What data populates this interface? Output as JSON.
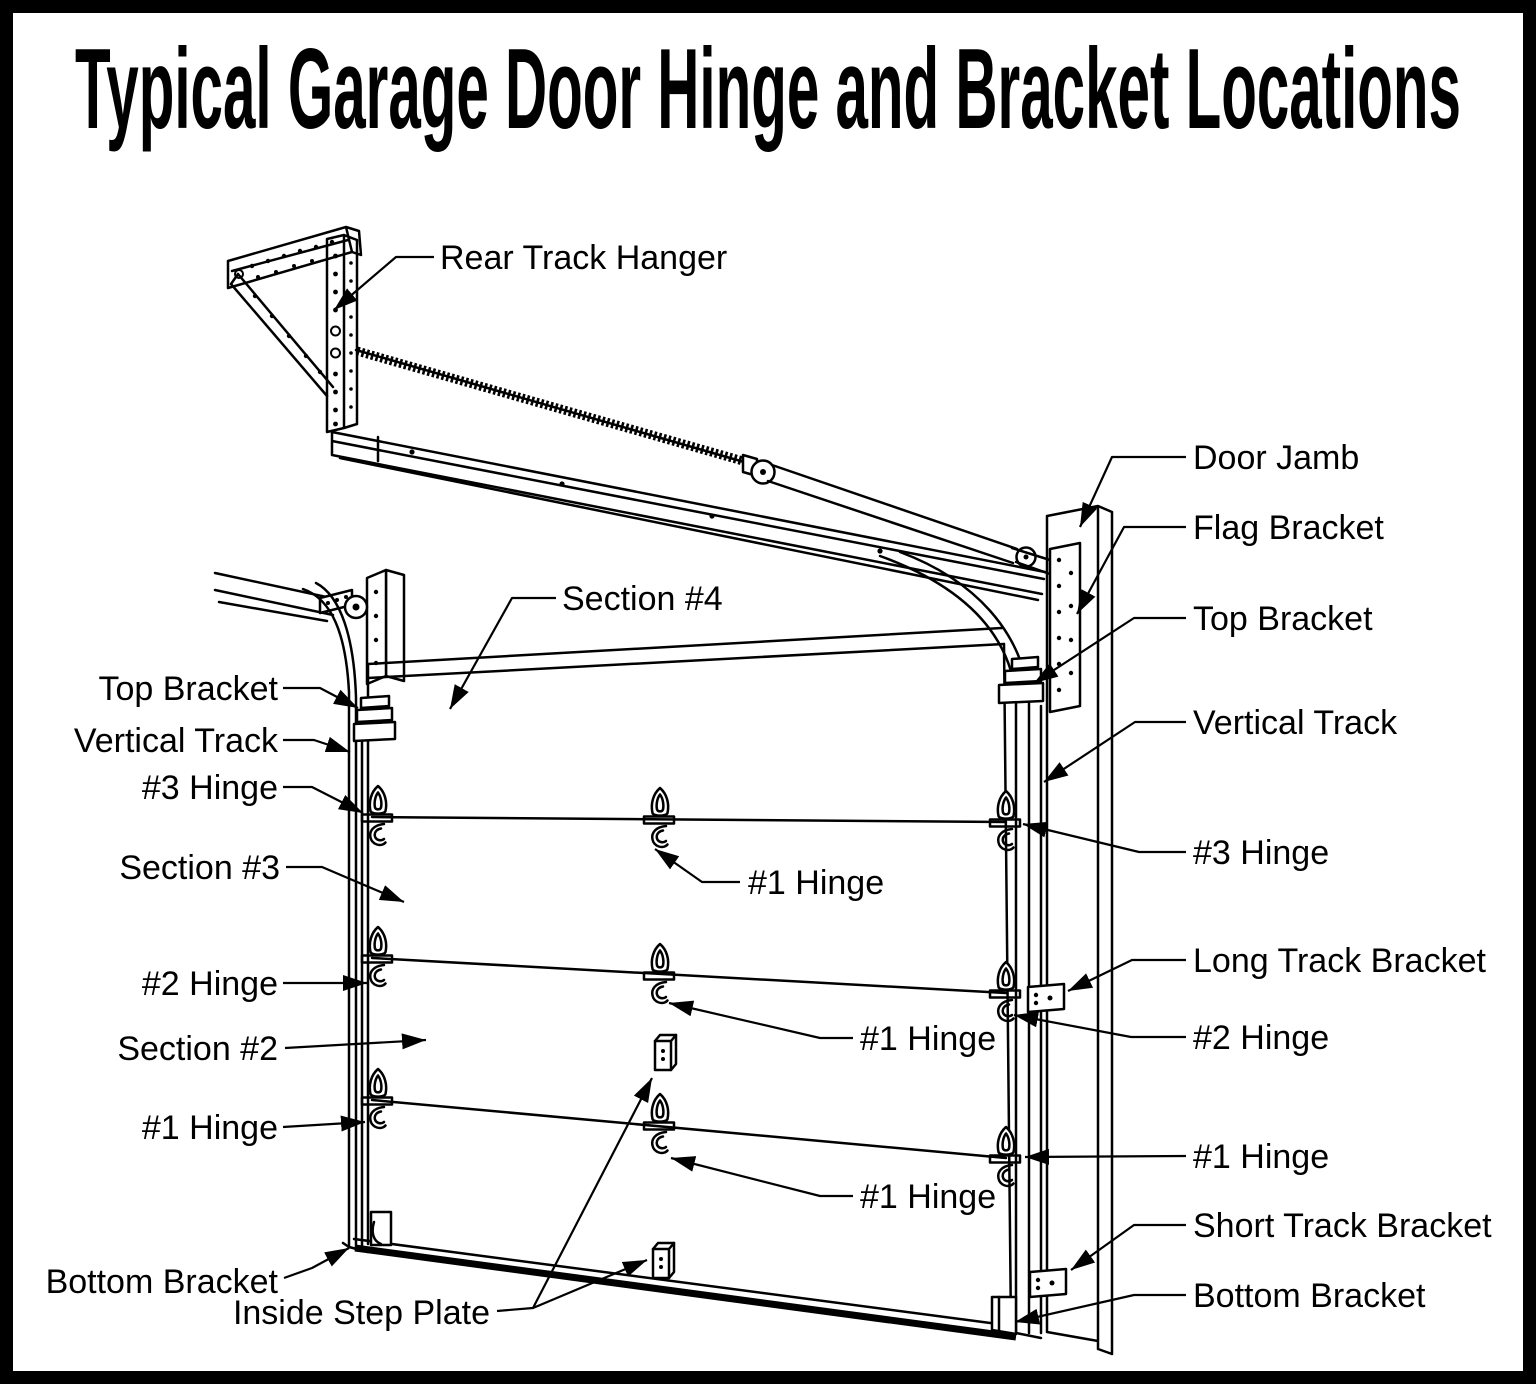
{
  "title": "Typical Garage Door Hinge and Bracket Locations",
  "diagram": {
    "labels": {
      "rear_track_hanger": "Rear Track Hanger",
      "door_jamb": "Door Jamb",
      "flag_bracket": "Flag Bracket",
      "top_bracket": "Top Bracket",
      "vertical_track": "Vertical Track",
      "hinge_3": "#3 Hinge",
      "hinge_2": "#2 Hinge",
      "hinge_1": "#1 Hinge",
      "long_track_bracket": "Long Track Bracket",
      "short_track_bracket": "Short Track Bracket",
      "bottom_bracket": "Bottom Bracket",
      "inside_step_plate": "Inside Step Plate",
      "section_2": "Section #2",
      "section_3": "Section #3",
      "section_4": "Section #4"
    },
    "colors": {
      "line": "#000000",
      "background": "#ffffff",
      "border": "#000000"
    }
  }
}
